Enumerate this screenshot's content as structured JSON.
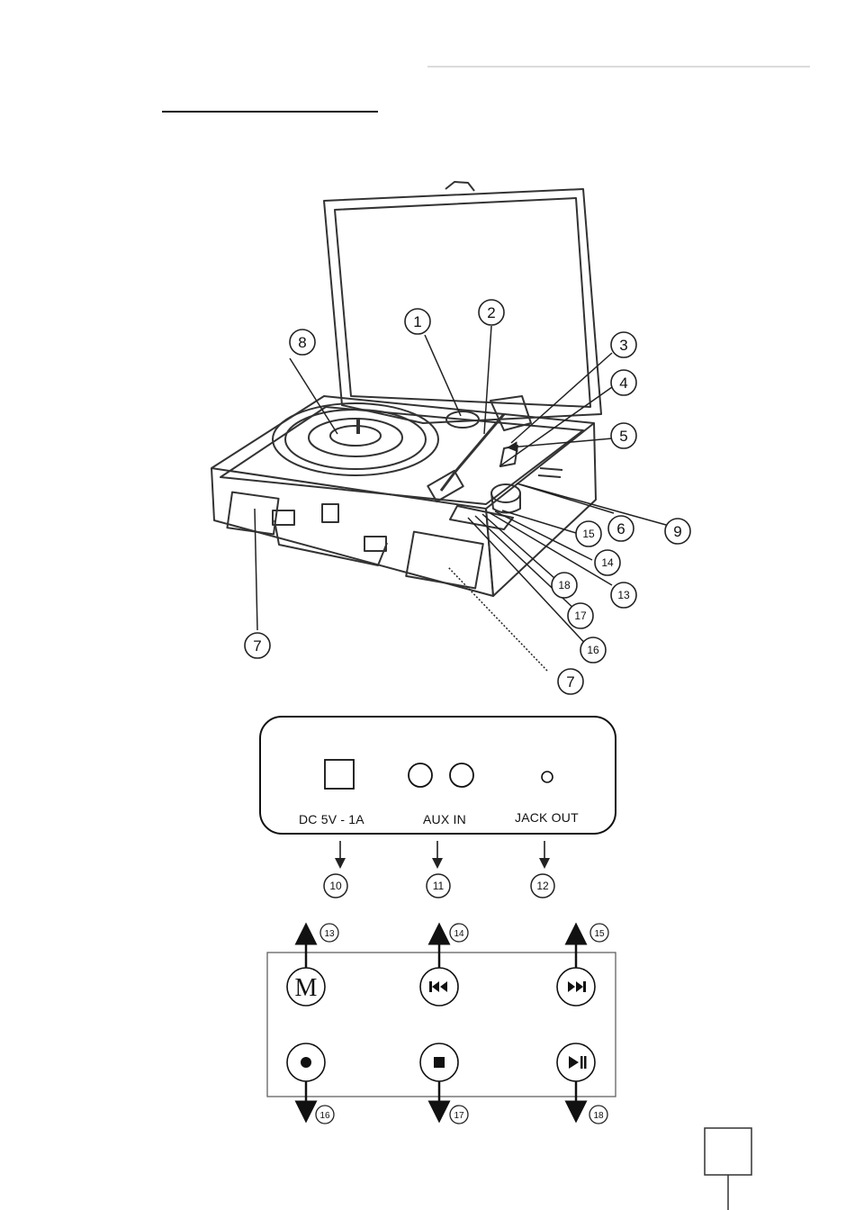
{
  "callouts": {
    "n1": "1",
    "n2": "2",
    "n3": "3",
    "n4": "4",
    "n5": "5",
    "n6": "6",
    "n7a": "7",
    "n7b": "7",
    "n8": "8",
    "n9": "9",
    "n10": "10",
    "n11": "11",
    "n12": "12",
    "n13": "13",
    "n14": "14",
    "n15": "15",
    "n16": "16",
    "n17": "17",
    "n18": "18",
    "b13": "13",
    "b14": "14",
    "b15": "15",
    "b16": "16",
    "b17": "17",
    "b18": "18"
  },
  "back_panel": {
    "dc_label": "DC 5V - 1A",
    "aux_label": "AUX IN",
    "jack_label": "JACK OUT"
  },
  "button_panel": {
    "mode_glyph": "M"
  },
  "page_box_text": ""
}
